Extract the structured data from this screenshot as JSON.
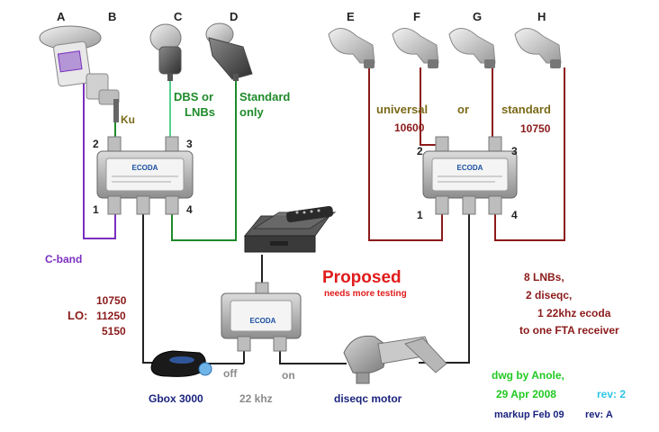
{
  "letters": {
    "a": "A",
    "b": "B",
    "c": "C",
    "d": "D",
    "e": "E",
    "f": "F",
    "g": "G",
    "h": "H"
  },
  "ports_left": {
    "p1": "1",
    "p2": "2",
    "p3": "3",
    "p4": "4"
  },
  "ports_right": {
    "p1": "1",
    "p2": "2",
    "p3": "3",
    "p4": "4"
  },
  "labels": {
    "ku": "Ku",
    "dbs_line1": "DBS or",
    "dbs_line2": "LNBs",
    "standard_only_line1": "Standard",
    "standard_only_line2": "only",
    "c_band": "C-band",
    "universal": "universal",
    "or": "or",
    "standard": "standard",
    "freq_universal": "10600",
    "freq_standard": "10750",
    "lo_title": "LO:",
    "lo_values": [
      "10750",
      "11250",
      "5150"
    ],
    "proposed": "Proposed",
    "needs_testing": "needs more testing",
    "summary": [
      "8 LNBs,",
      "2 diseqc,",
      "1 22khz ecoda",
      "to one FTA receiver"
    ],
    "gbox": "Gbox 3000",
    "off": "off",
    "on": "on",
    "khz": "22 khz",
    "motor": "diseqc motor",
    "dwg": "dwg by Anole,",
    "date": "29 Apr 2008",
    "rev2": "rev: 2",
    "markup": "markup Feb 09",
    "reva": "rev: A",
    "switch_brand": "ECODA"
  },
  "colors": {
    "purple": "#7a2fbf",
    "green": "#1f8a2a",
    "light_green": "#56d18e",
    "dark_red": "#8b1a1a",
    "olive": "#7a6a18",
    "red": "#e01b1b",
    "navy": "#1a237e",
    "cyan": "#2ec4e6",
    "bright_green": "#22c922",
    "gray": "#8a8a8a",
    "cable": "#222222"
  }
}
